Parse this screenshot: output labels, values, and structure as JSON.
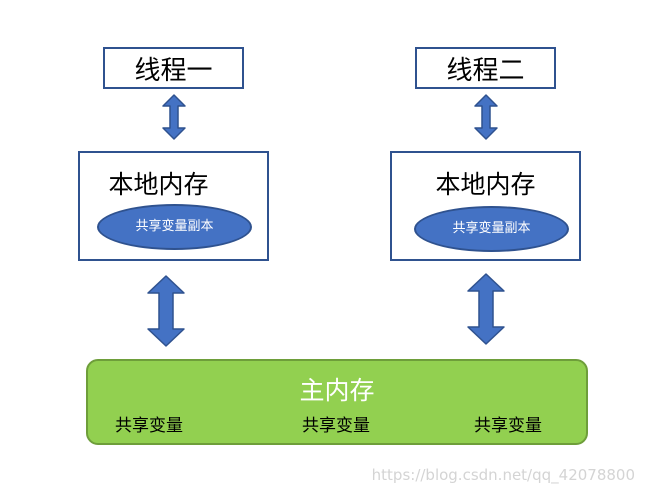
{
  "thread1": {
    "label": "线程一"
  },
  "thread2": {
    "label": "线程二"
  },
  "local_memory_1": {
    "title": "本地内存",
    "copy_label": "共享变量副本"
  },
  "local_memory_2": {
    "title": "本地内存",
    "copy_label": "共享变量副本"
  },
  "main_memory": {
    "title": "主内存",
    "shared_vars": [
      "共享变量",
      "共享变量",
      "共享变量"
    ]
  },
  "watermark": "https://blog.csdn.net/qq_42078800",
  "colors": {
    "box_border": "#2f528f",
    "arrow_fill": "#4472c4",
    "ellipse_fill": "#4472c4",
    "main_memory_fill": "#92d050"
  }
}
